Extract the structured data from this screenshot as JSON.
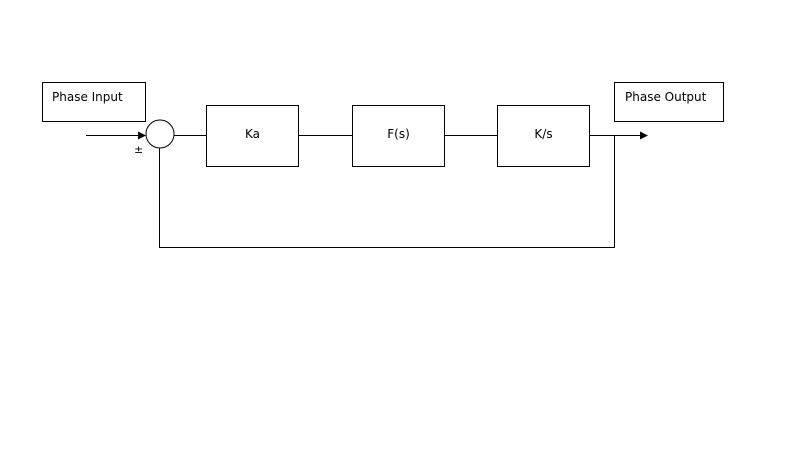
{
  "diagram": {
    "input_label": "Phase Input",
    "output_label": "Phase Output",
    "summing_sign": "±",
    "blocks": [
      {
        "label": "Ka"
      },
      {
        "label": "F(s)"
      },
      {
        "label": "K/s"
      }
    ]
  }
}
